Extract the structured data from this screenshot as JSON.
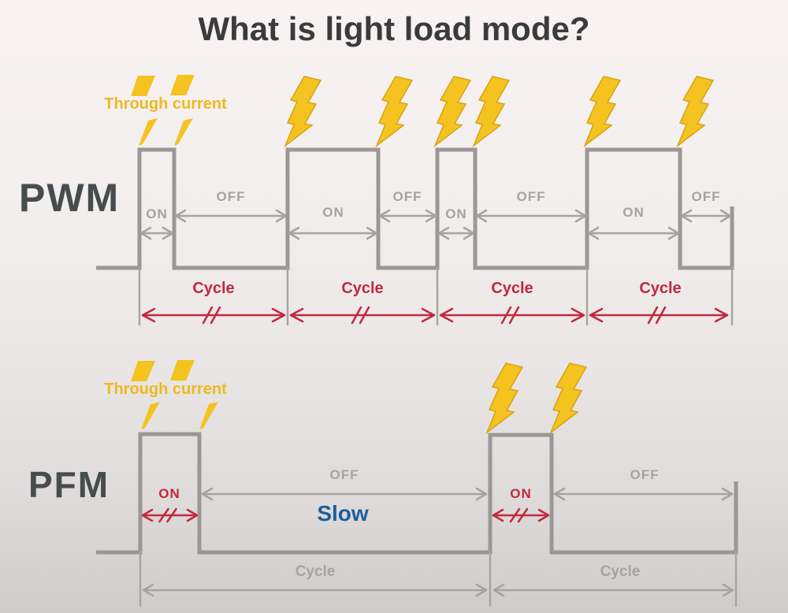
{
  "title": "What is light load mode?",
  "pwm": {
    "label": "PWM",
    "through_current": "Through current",
    "on_label": "ON",
    "off_label": "OFF",
    "cycle_label": "Cycle"
  },
  "pfm": {
    "label": "PFM",
    "through_current": "Through current",
    "on_label": "ON",
    "off_label": "OFF",
    "cycle_label": "Cycle",
    "slow_label": "Slow"
  },
  "icons": {
    "lightning_bolt": "lightning-bolt-icon"
  },
  "colors": {
    "title_gray": "#3b3b3b",
    "mode_label_gray": "#474c4e",
    "waveform_gray": "#9a9897",
    "annotation_gray": "#a7a3a1",
    "through_current_yellow": "#edb922",
    "bolt_yellow": "#f4c320",
    "bolt_edge": "#d9a216",
    "cycle_red": "#c02a3e",
    "slow_blue": "#1e5d9e"
  }
}
